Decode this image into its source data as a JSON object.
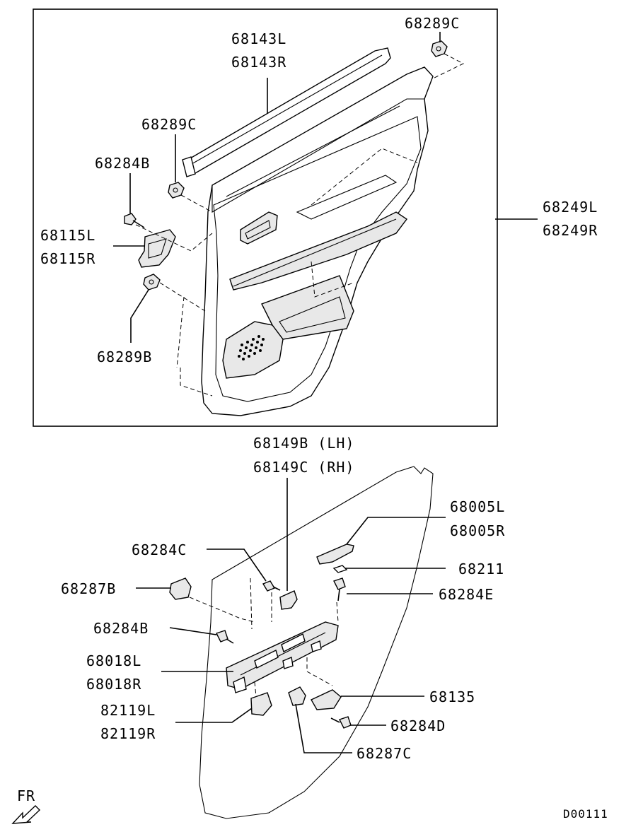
{
  "diagram": {
    "top_labels": {
      "p68143L": "68143L",
      "p68143R": "68143R",
      "p68289C_a": "68289C",
      "p68289C_b": "68289C",
      "p68284B": "68284B",
      "p68115L": "68115L",
      "p68115R": "68115R",
      "p68289B": "68289B",
      "p68249L": "68249L",
      "p68249R": "68249R"
    },
    "bottom_labels": {
      "p68149B": "68149B (LH)",
      "p68149C": "68149C (RH)",
      "p68005L": "68005L",
      "p68005R": "68005R",
      "p68211": "68211",
      "p68284C": "68284C",
      "p68284E": "68284E",
      "p68287B": "68287B",
      "p68284B": "68284B",
      "p68018L": "68018L",
      "p68018R": "68018R",
      "p68135": "68135",
      "p82119L": "82119L",
      "p82119R": "82119R",
      "p68284D": "68284D",
      "p68287C": "68287C"
    },
    "fr_label": "FR",
    "drawing_code": "D00111"
  }
}
